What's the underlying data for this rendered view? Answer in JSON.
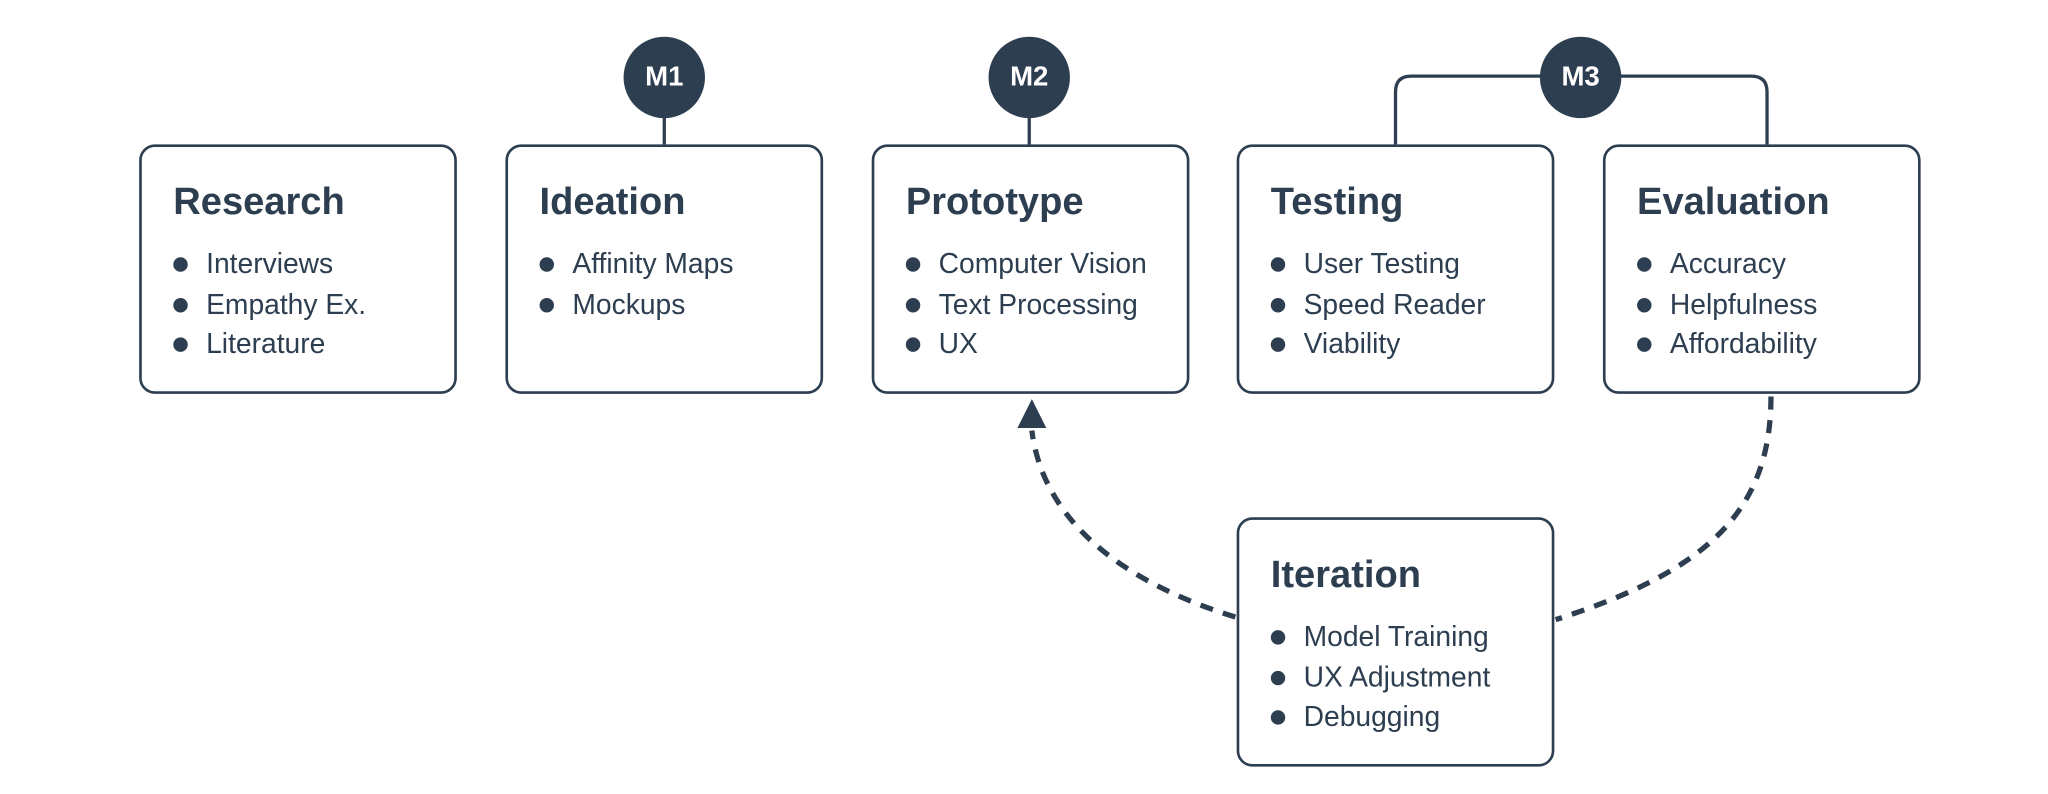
{
  "stages": [
    {
      "id": "research",
      "title": "Research",
      "items": [
        "Interviews",
        "Empathy Ex.",
        "Literature"
      ]
    },
    {
      "id": "ideation",
      "title": "Ideation",
      "items": [
        "Affinity Maps",
        "Mockups"
      ]
    },
    {
      "id": "prototype",
      "title": "Prototype",
      "items": [
        "Computer Vision",
        "Text Processing",
        "UX"
      ]
    },
    {
      "id": "testing",
      "title": "Testing",
      "items": [
        "User Testing",
        "Speed Reader",
        "Viability"
      ]
    },
    {
      "id": "evaluation",
      "title": "Evaluation",
      "items": [
        "Accuracy",
        "Helpfulness",
        "Affordability"
      ]
    },
    {
      "id": "iteration",
      "title": "Iteration",
      "items": [
        "Model Training",
        "UX Adjustment",
        "Debugging"
      ]
    }
  ],
  "milestones": [
    {
      "id": "m1",
      "label": "M1"
    },
    {
      "id": "m2",
      "label": "M2"
    },
    {
      "id": "m3",
      "label": "M3"
    }
  ],
  "colors": {
    "primary": "#2d3e50",
    "background": "#ffffff",
    "milestone_text": "#ffffff"
  }
}
